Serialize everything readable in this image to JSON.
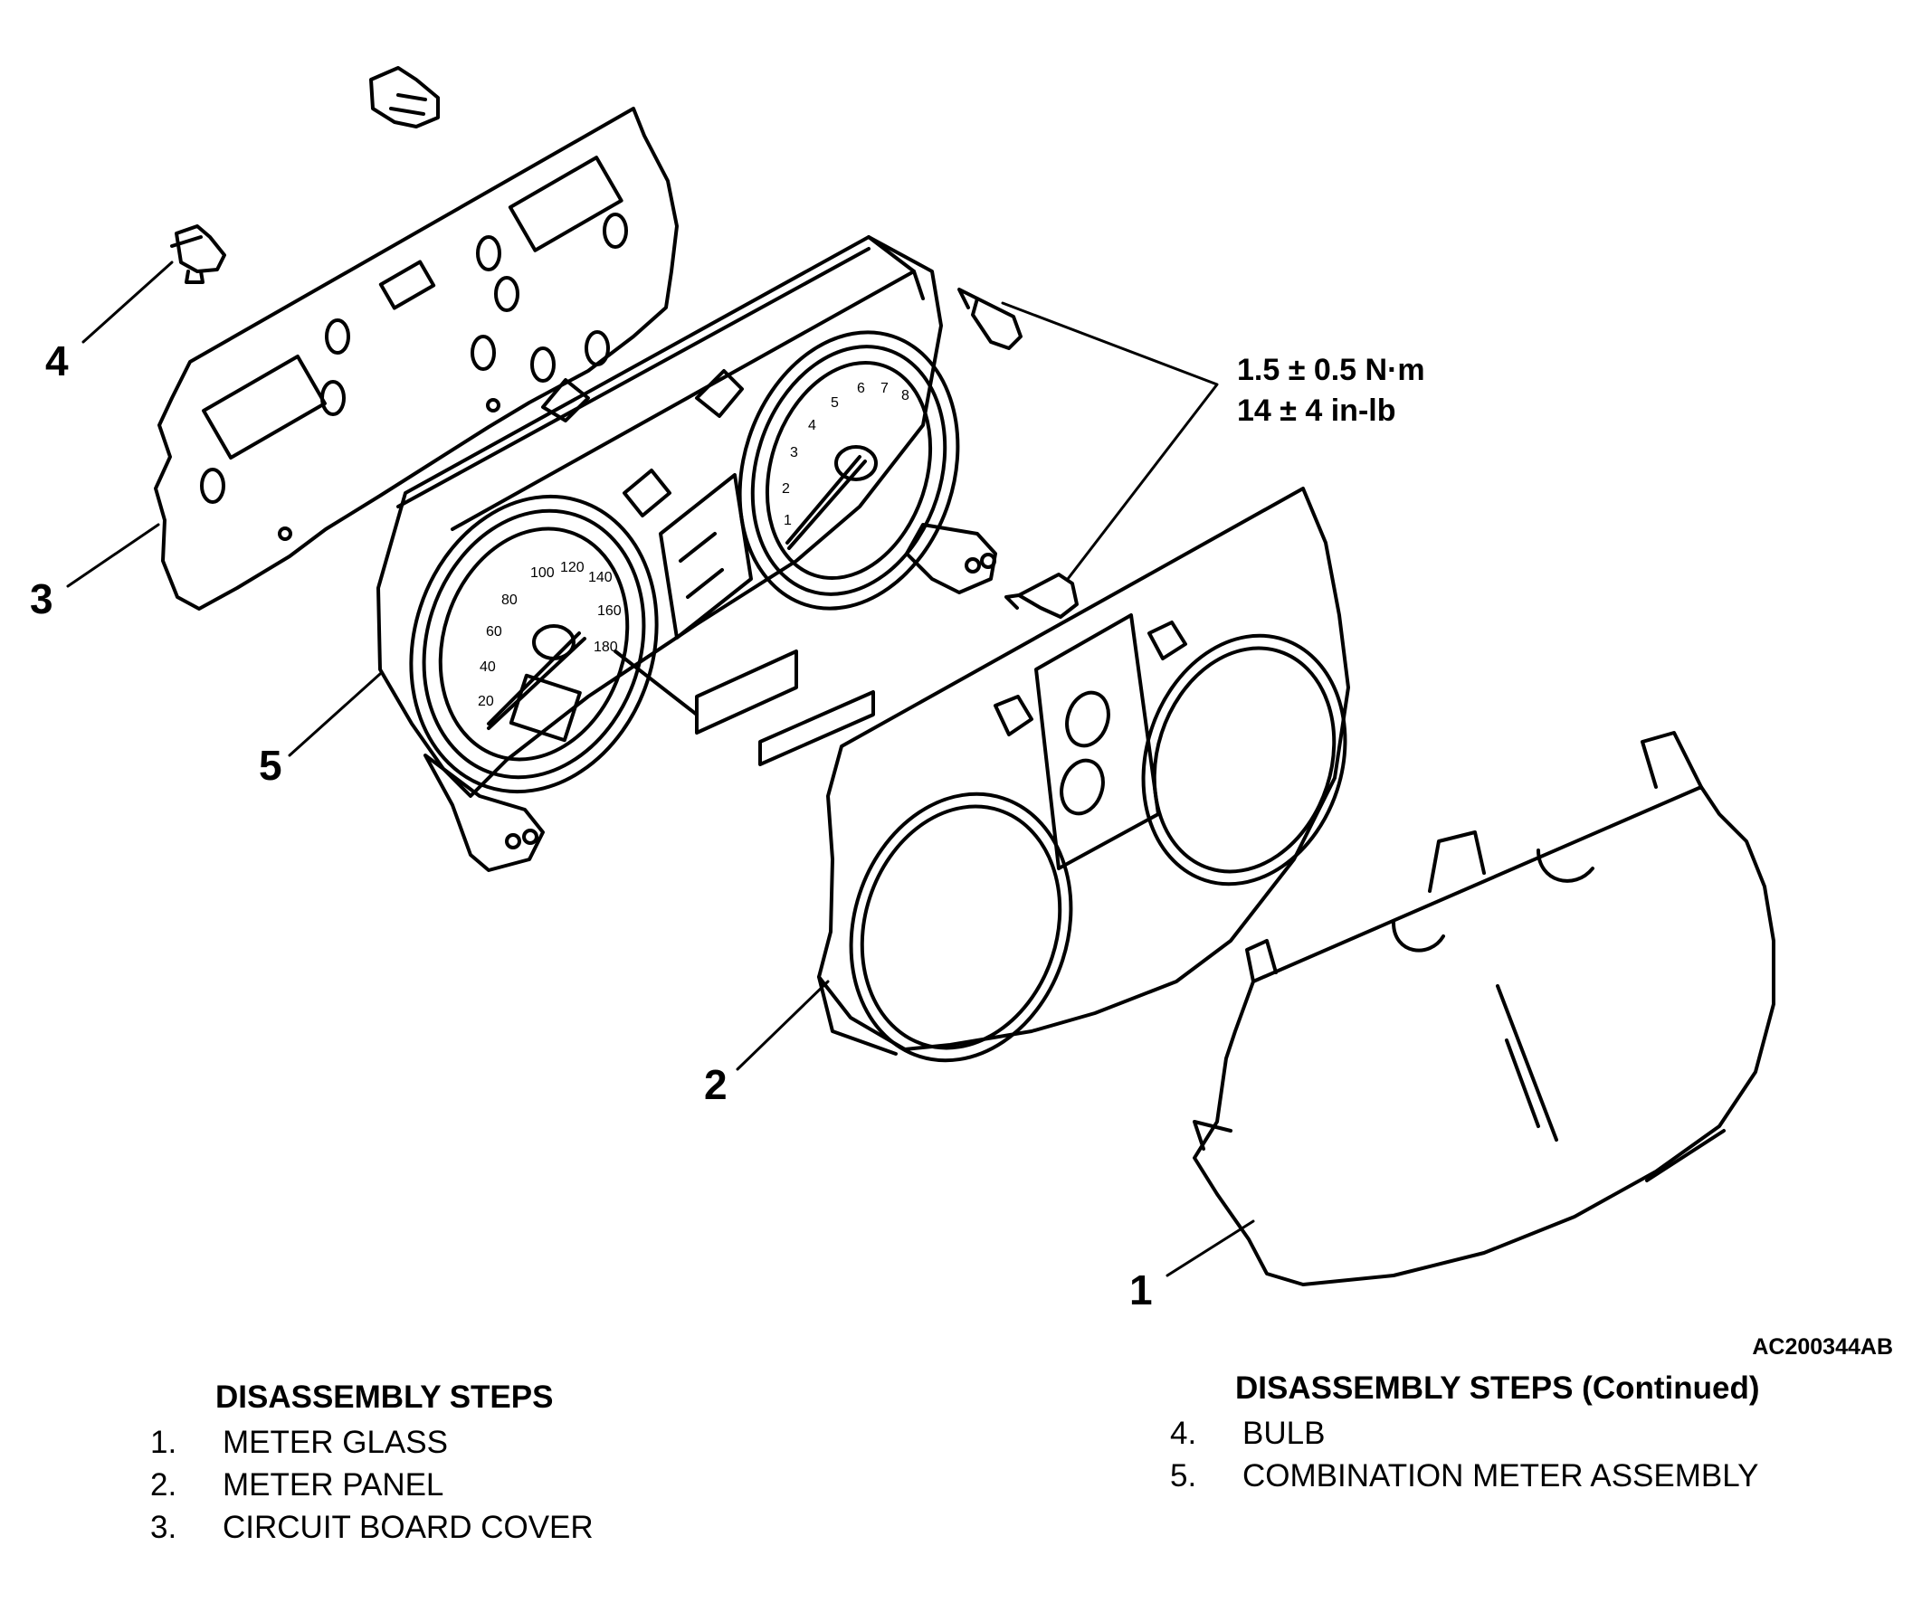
{
  "callouts": {
    "c1": "1",
    "c2": "2",
    "c3": "3",
    "c4": "4",
    "c5": "5"
  },
  "torque": {
    "metric": "1.5 ± 0.5 N·m",
    "imperial": "14 ± 4 in-lb"
  },
  "figure_code": "AC200344AB",
  "speedometer_ticks": [
    "20",
    "40",
    "60",
    "80",
    "100",
    "120",
    "140",
    "160",
    "180"
  ],
  "tachometer_ticks": [
    "1",
    "2",
    "3",
    "4",
    "5",
    "6",
    "7",
    "8"
  ],
  "steps_left": {
    "heading": "DISASSEMBLY STEPS",
    "items": [
      {
        "num": "1.",
        "label": "METER GLASS"
      },
      {
        "num": "2.",
        "label": "METER PANEL"
      },
      {
        "num": "3.",
        "label": "CIRCUIT BOARD COVER"
      }
    ]
  },
  "steps_right": {
    "heading": "DISASSEMBLY STEPS (Continued)",
    "items": [
      {
        "num": "4.",
        "label": "BULB"
      },
      {
        "num": "5.",
        "label": "COMBINATION METER ASSEMBLY"
      }
    ]
  }
}
